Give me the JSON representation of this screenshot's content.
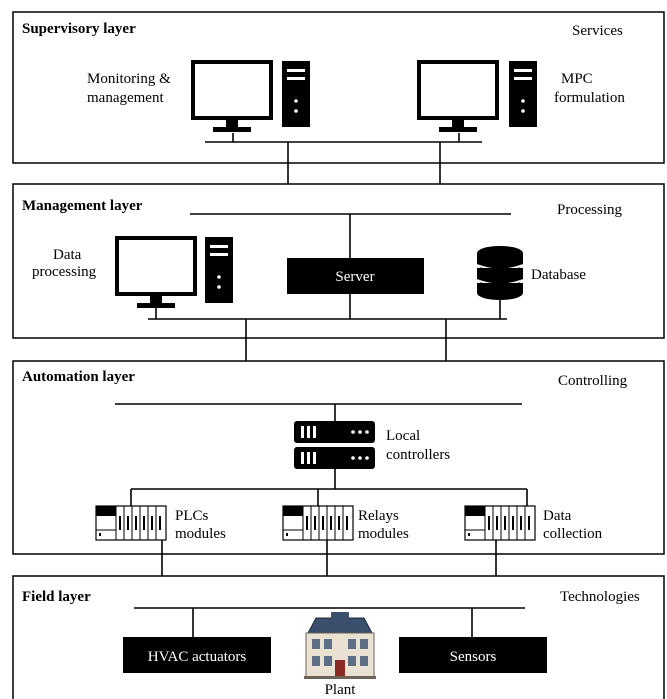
{
  "layers": {
    "supervisory": {
      "title": "Supervisory layer",
      "role": "Services",
      "left_label": [
        "Monitoring &",
        "management"
      ],
      "right_label": [
        "MPC",
        "formulation"
      ]
    },
    "management": {
      "title": "Management layer",
      "role": "Processing",
      "left_label": [
        "Data",
        "processing"
      ],
      "server_label": "Server",
      "database_label": "Database"
    },
    "automation": {
      "title": "Automation layer",
      "role": "Controlling",
      "controllers_label": [
        "Local",
        "controllers"
      ],
      "plc_label": [
        "PLCs",
        "modules"
      ],
      "relays_label": [
        "Relays",
        "modules"
      ],
      "data_label": [
        "Data",
        "collection"
      ]
    },
    "field": {
      "title": "Field layer",
      "role": "Technologies",
      "hvac_label": "HVAC actuators",
      "sensors_label": "Sensors",
      "plant_label": "Plant"
    }
  },
  "icons": {
    "monitor": "monitor-icon",
    "tower": "computer-tower-icon",
    "database": "database-icon",
    "server_rack": "server-rack-icon",
    "plc": "plc-module-icon",
    "building": "building-icon"
  },
  "colors": {
    "stroke": "#000000",
    "fill_dark": "#000000",
    "background": "#ffffff"
  }
}
